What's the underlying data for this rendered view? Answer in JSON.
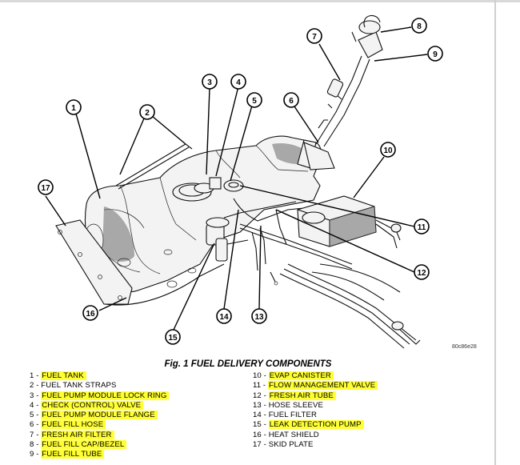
{
  "figure": {
    "caption": "Fig. 1 FUEL DELIVERY COMPONENTS",
    "image_code": "80c86e28"
  },
  "callouts": [
    "1",
    "2",
    "3",
    "4",
    "5",
    "6",
    "7",
    "8",
    "9",
    "10",
    "11",
    "12",
    "13",
    "14",
    "15",
    "16",
    "17"
  ],
  "legend": {
    "left": [
      {
        "num": "1 -",
        "label": "FUEL TANK",
        "highlight": true
      },
      {
        "num": "2 -",
        "label": "FUEL TANK STRAPS",
        "highlight": false
      },
      {
        "num": "3 -",
        "label": "FUEL PUMP MODULE LOCK RING",
        "highlight": true
      },
      {
        "num": "4 -",
        "label": "CHECK (CONTROL) VALVE",
        "highlight": true
      },
      {
        "num": "5 -",
        "label": "FUEL PUMP MODULE FLANGE",
        "highlight": true
      },
      {
        "num": "6 -",
        "label": "FUEL FILL HOSE",
        "highlight": true
      },
      {
        "num": "7 -",
        "label": "FRESH AIR FILTER",
        "highlight": true
      },
      {
        "num": "8 -",
        "label": "FUEL FILL CAP/BEZEL",
        "highlight": true
      },
      {
        "num": "9 -",
        "label": "FUEL FILL TUBE",
        "highlight": true
      }
    ],
    "right": [
      {
        "num": "10 -",
        "label": "EVAP CANISTER",
        "highlight": true
      },
      {
        "num": "11 -",
        "label": "FLOW MANAGEMENT VALVE",
        "highlight": true
      },
      {
        "num": "12 -",
        "label": "FRESH AIR TUBE",
        "highlight": true
      },
      {
        "num": "13 -",
        "label": "HOSE SLEEVE",
        "highlight": false
      },
      {
        "num": "14 -",
        "label": "FUEL FILTER",
        "highlight": false
      },
      {
        "num": "15 -",
        "label": "LEAK DETECTION PUMP",
        "highlight": true
      },
      {
        "num": "16 -",
        "label": "HEAT SHIELD",
        "highlight": false
      },
      {
        "num": "17 -",
        "label": "SKID PLATE",
        "highlight": false
      }
    ]
  },
  "colors": {
    "highlight": "#ffff33",
    "ink": "#000000"
  }
}
